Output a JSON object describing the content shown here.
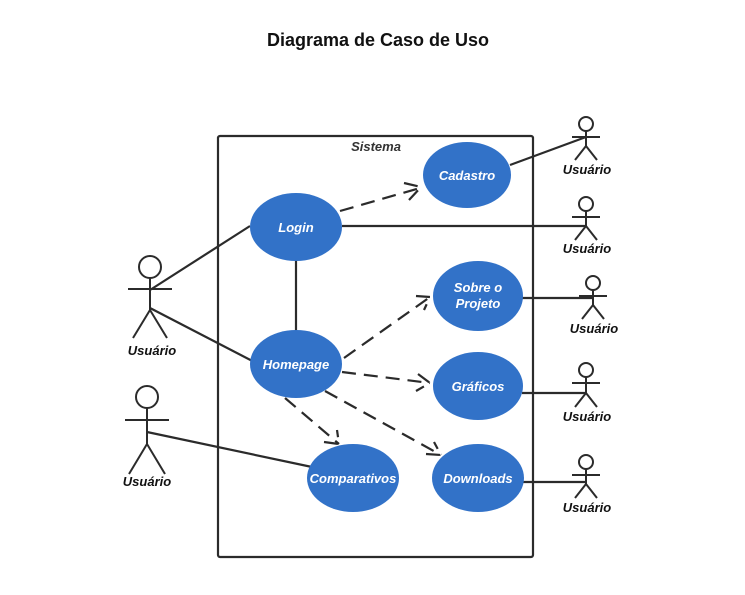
{
  "title": "Diagrama de Caso de Uso",
  "system": {
    "label": "Sistema"
  },
  "use_cases": {
    "cadastro": [
      "Cadastro"
    ],
    "login": [
      "Login"
    ],
    "sobre": [
      "Sobre o",
      "Projeto"
    ],
    "homepage": [
      "Homepage"
    ],
    "graficos": [
      "Gráficos"
    ],
    "comparativos": [
      "Comparativos"
    ],
    "downloads": [
      "Downloads"
    ]
  },
  "actors": {
    "left_main": "Usuário",
    "left_bottom": "Usuário",
    "right_cadastro": "Usuário",
    "right_login": "Usuário",
    "right_sobre": "Usuário",
    "right_graficos": "Usuário",
    "right_downloads": "Usuário"
  },
  "colors": {
    "use_case_fill": "#3272c8",
    "line": "#2b2b2b"
  }
}
